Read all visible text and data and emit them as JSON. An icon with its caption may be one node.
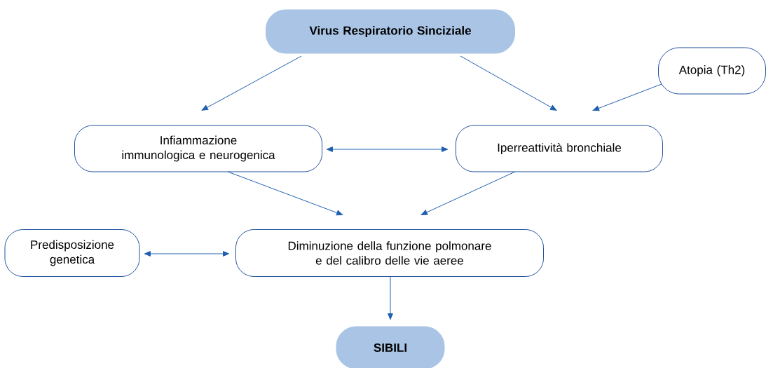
{
  "diagram": {
    "nodes": [
      {
        "text": [
          "Virus Respiratorio Sinciziale"
        ]
      },
      {
        "text": [
          "Atopia (Th2)"
        ]
      },
      {
        "text": [
          "Infiammazione immunologica e neurogenica"
        ]
      },
      {
        "text": [
          "Iperreattività bronchiale"
        ]
      },
      {
        "text": [
          "Predisposizione genetica"
        ]
      },
      {
        "text": [
          "Diminuzione della funzione polmonare e del calibro delle vie aeree"
        ]
      },
      {
        "text": [
          "SIBILI"
        ]
      }
    ],
    "edges": [
      {
        "from": 0,
        "to": 2,
        "arrow": "to"
      },
      {
        "from": 0,
        "to": 3,
        "arrow": "to"
      },
      {
        "from": 1,
        "to": 3,
        "arrow": "to"
      },
      {
        "from": 2,
        "to": 3,
        "arrow": "both"
      },
      {
        "from": 2,
        "to": 5,
        "arrow": "to"
      },
      {
        "from": 3,
        "to": 5,
        "arrow": "to"
      },
      {
        "from": 4,
        "to": 5,
        "arrow": "both"
      },
      {
        "from": 5,
        "to": 6,
        "arrow": "to"
      }
    ]
  }
}
